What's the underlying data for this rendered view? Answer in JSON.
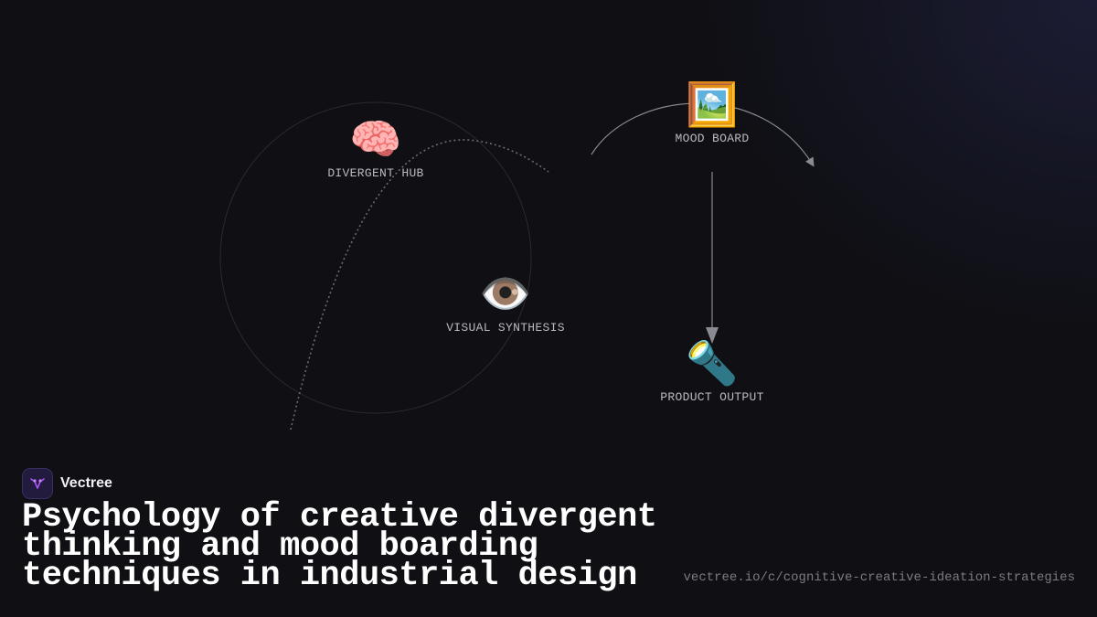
{
  "brand": {
    "name": "Vectree",
    "logo_icon": "vectree-logo-icon",
    "logo_color": "#a855f7"
  },
  "headline": "Psychology of creative divergent thinking and mood boarding techniques in industrial design",
  "url": "vectree.io/c/cognitive-creative-ideation-strategies",
  "diagram": {
    "nodes": [
      {
        "id": "divergent-hub",
        "icon": "brain-icon",
        "glyph": "🧠",
        "label": "DIVERGENT HUB"
      },
      {
        "id": "mood-board",
        "icon": "framed-picture-icon",
        "glyph": "🖼️",
        "label": "MOOD BOARD"
      },
      {
        "id": "visual-synthesis",
        "icon": "eye-icon",
        "glyph": "👁️",
        "label": "VISUAL SYNTHESIS"
      },
      {
        "id": "product-output",
        "icon": "flashlight-icon",
        "glyph": "🔦",
        "label": "PRODUCT OUTPUT"
      }
    ],
    "edges": [
      {
        "from": "mood-board",
        "to": "product-output",
        "style": "solid-arrow"
      }
    ]
  },
  "colors": {
    "background": "#0f0f14",
    "line": "#8a8a93",
    "dotted": "#6b6b73",
    "circle": "#2a2a31",
    "label": "#b9b9c2",
    "url": "#7b7b85"
  }
}
